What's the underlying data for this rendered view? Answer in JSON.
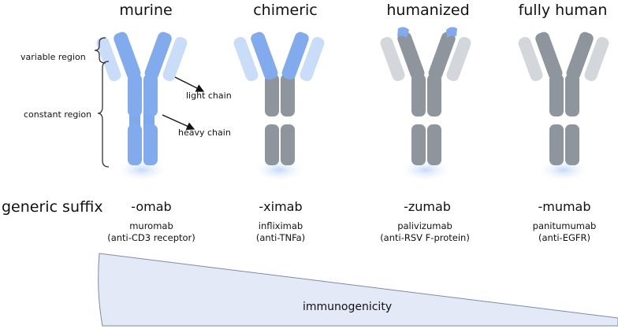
{
  "columns": [
    {
      "title": "murine",
      "suffix": "-omab",
      "drug_name": "muromab",
      "drug_target": "(anti-CD3 receptor)"
    },
    {
      "title": "chimeric",
      "suffix": "-ximab",
      "drug_name": "infliximab",
      "drug_target": "(anti-TNFa)"
    },
    {
      "title": "humanized",
      "suffix": "-zumab",
      "drug_name": "palivizumab",
      "drug_target": "(anti-RSV F-protein)"
    },
    {
      "title": "fully human",
      "suffix": "-mumab",
      "drug_name": "panitumumab",
      "drug_target": "(anti-EGFR)"
    }
  ],
  "labels": {
    "variable_region": "variable region",
    "constant_region": "constant region",
    "light_chain": "light chain",
    "heavy_chain": "heavy chain",
    "generic_suffix": "generic suffix",
    "immunogenicity": "immunogenicity"
  },
  "colors": {
    "mouse_blue": "#7fa9ee",
    "mouse_blue_light": "#c9dcf8",
    "human_gray": "#8f959d",
    "human_gray_light": "#d3d6da",
    "base_ellipse": "#dbe8fb",
    "wedge_fill": "#e3e9f6",
    "wedge_stroke": "#7f8aa3"
  }
}
